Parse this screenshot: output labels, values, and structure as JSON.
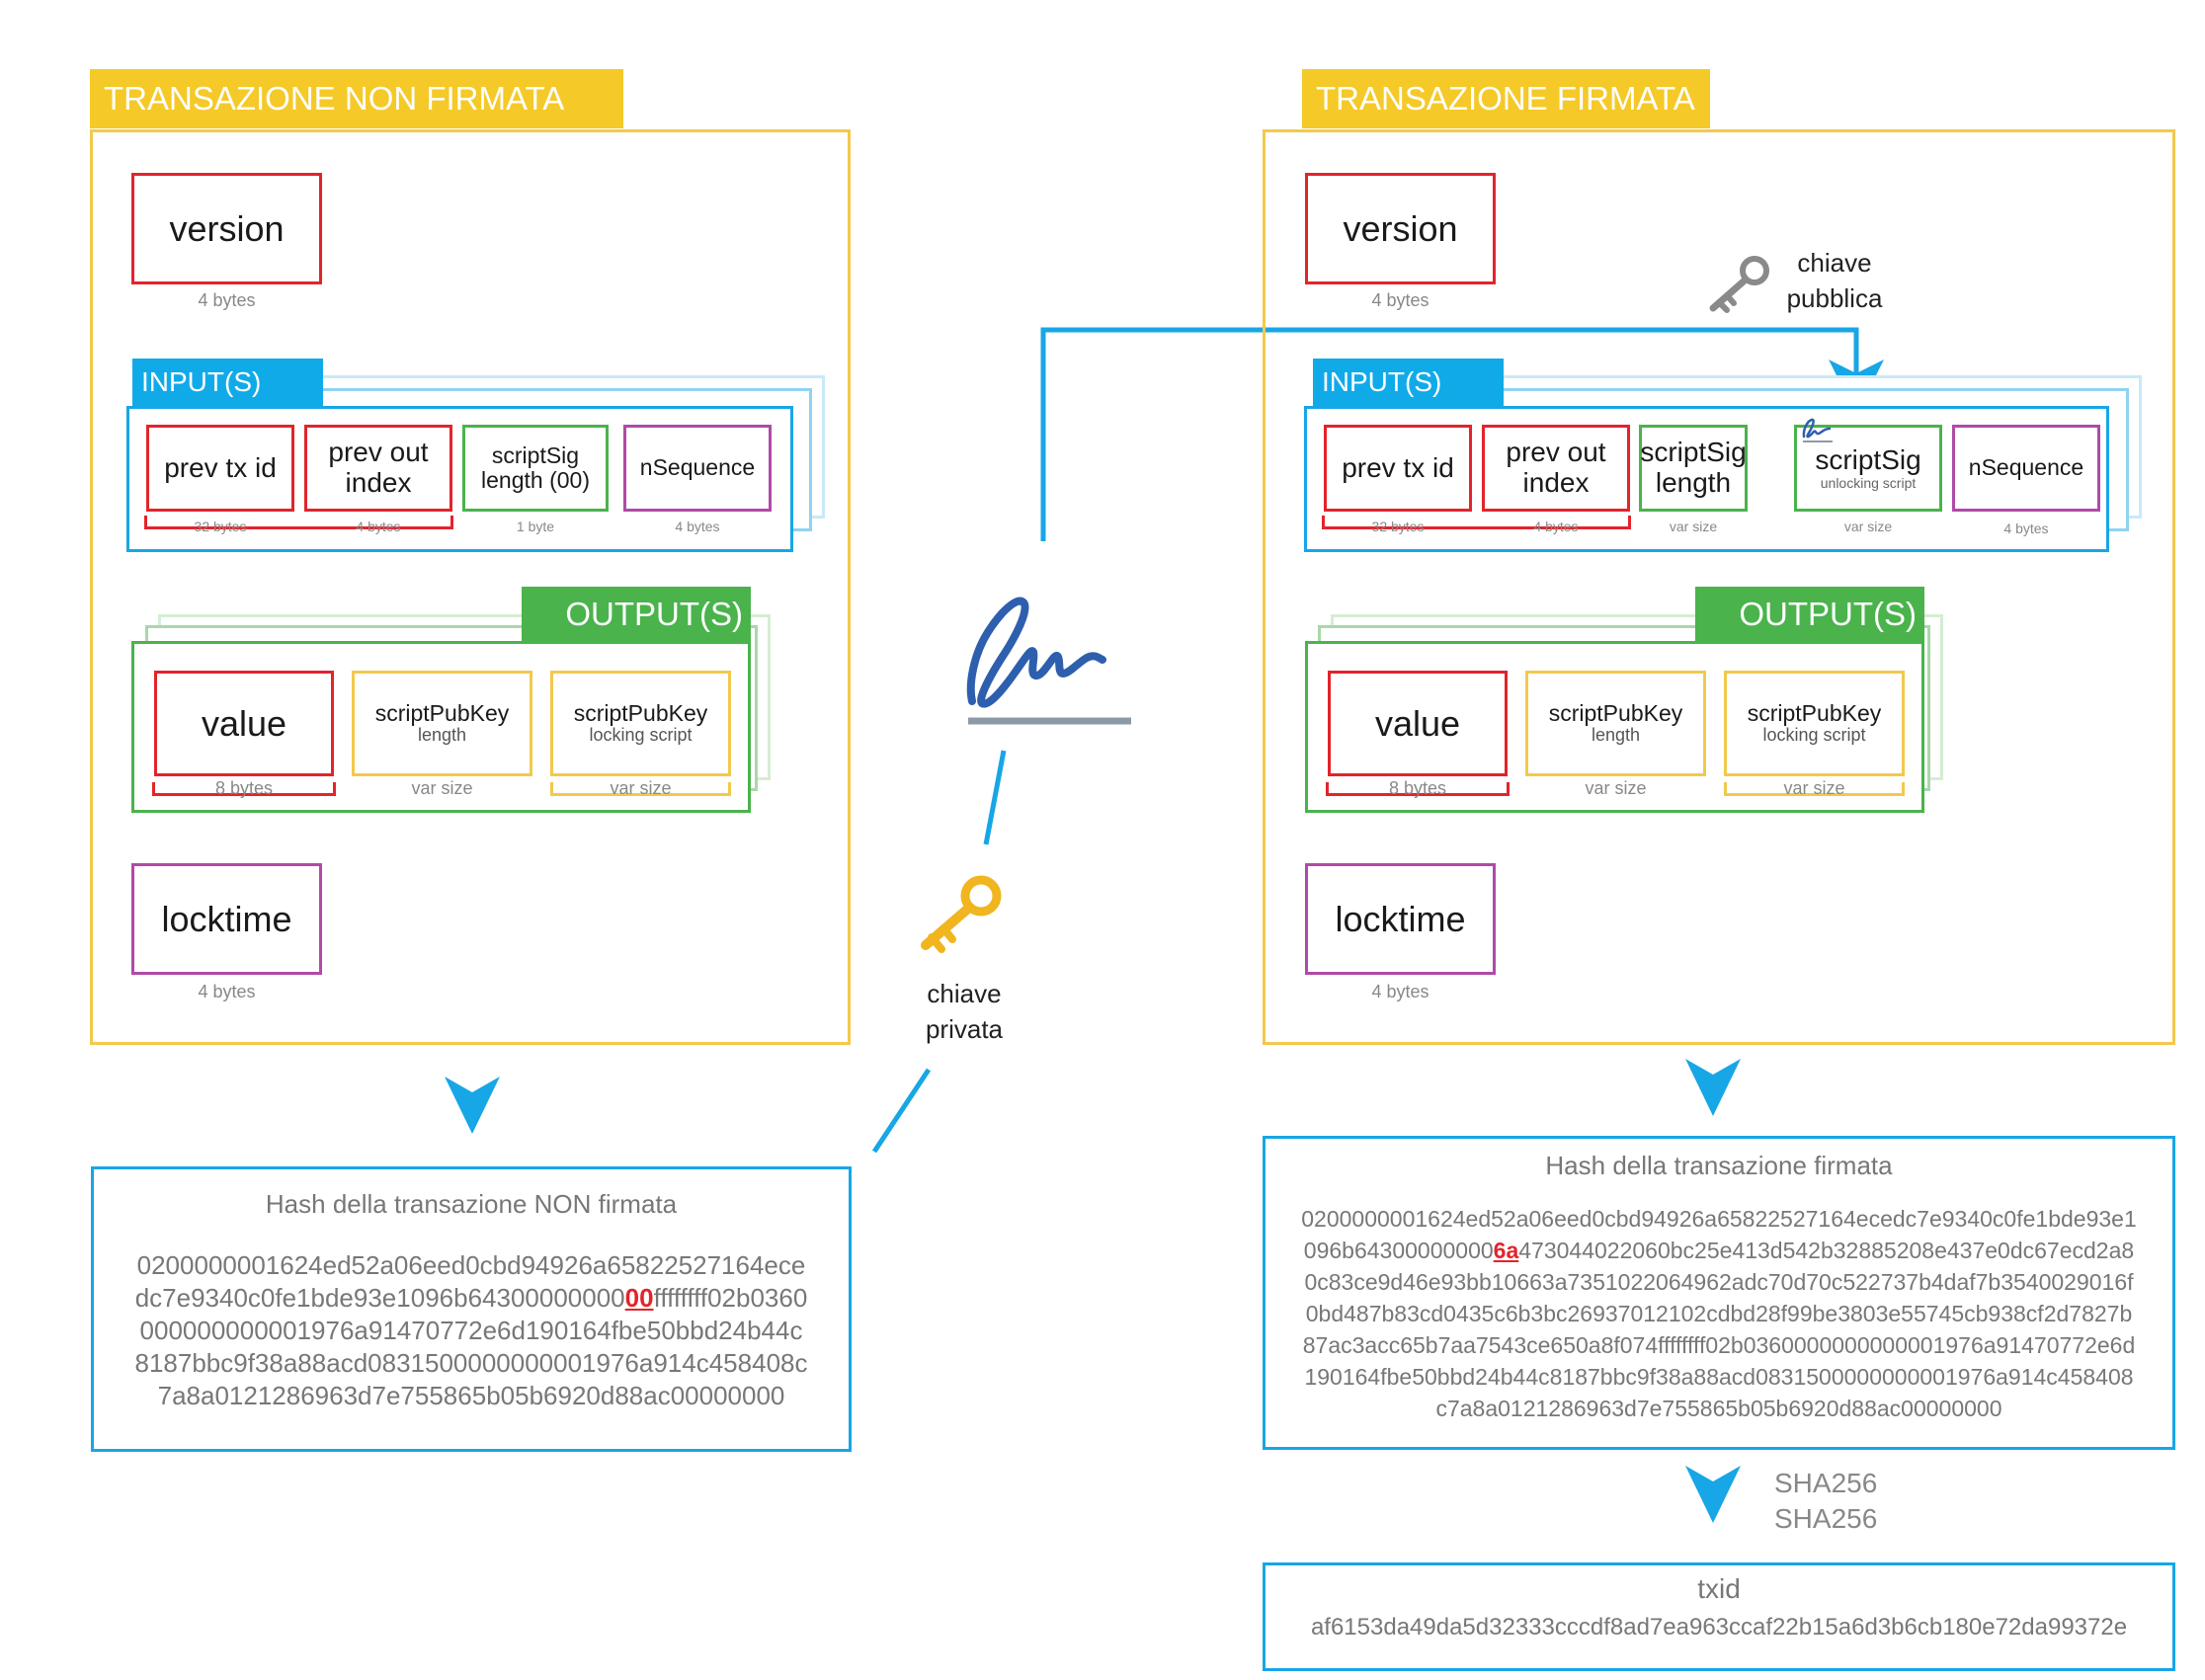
{
  "left": {
    "title": "TRANSAZIONE NON FIRMATA",
    "version": {
      "label": "version",
      "size": "4 bytes"
    },
    "inputs": {
      "label": "INPUT(S)",
      "prev_tx_id": {
        "label": "prev tx id",
        "size": "32 bytes"
      },
      "prev_out_index": {
        "line1": "prev out",
        "line2": "index",
        "size": "4 bytes"
      },
      "scriptsig_length": {
        "line1": "scriptSig",
        "line2": "length (00)",
        "size": "1 byte"
      },
      "nsequence": {
        "label": "nSequence",
        "size": "4 bytes"
      }
    },
    "outputs": {
      "label": "OUTPUT(S)",
      "value": {
        "label": "value",
        "size": "8 bytes"
      },
      "spk_length": {
        "line1": "scriptPubKey",
        "line2": "length",
        "size": "var size"
      },
      "spk_script": {
        "line1": "scriptPubKey",
        "line2": "locking script",
        "size": "var size"
      }
    },
    "locktime": {
      "label": "locktime",
      "size": "4 bytes"
    },
    "hash": {
      "title": "Hash della transazione NON firmata",
      "pre": "0200000001624ed52a06eed0cbd94926a65822527164ecedc7e9340c0fe1bde93e1096b64300000000",
      "highlight": "00",
      "post": "ffffffff02b0360000000000001976a91470772e6d190164fbe50bbd24b44c8187bbc9f38a88acd0831500000000001976a914c458408c7a8a0121286963d7e755865b05b6920d88ac00000000"
    }
  },
  "right": {
    "title": "TRANSAZIONE FIRMATA",
    "version": {
      "label": "version",
      "size": "4 bytes"
    },
    "inputs": {
      "label": "INPUT(S)",
      "prev_tx_id": {
        "label": "prev tx id",
        "size": "32 bytes"
      },
      "prev_out_index": {
        "line1": "prev out",
        "line2": "index",
        "size": "4 bytes"
      },
      "scriptsig_length": {
        "line1": "scriptSig",
        "line2": "length",
        "size": "var size"
      },
      "scriptsig": {
        "line1": "scriptSig",
        "line2": "unlocking script",
        "size": "var size"
      },
      "nsequence": {
        "label": "nSequence",
        "size": "4 bytes"
      }
    },
    "outputs": {
      "label": "OUTPUT(S)",
      "value": {
        "label": "value",
        "size": "8 bytes"
      },
      "spk_length": {
        "line1": "scriptPubKey",
        "line2": "length",
        "size": "var size"
      },
      "spk_script": {
        "line1": "scriptPubKey",
        "line2": "locking script",
        "size": "var size"
      }
    },
    "locktime": {
      "label": "locktime",
      "size": "4 bytes"
    },
    "hash": {
      "title": "Hash della transazione firmata",
      "pre": "0200000001624ed52a06eed0cbd94926a65822527164ecedc7e9340c0fe1bde93e1096b64300000000",
      "highlight": "6a",
      "post": "473044022060bc25e413d542b32885208e437e0dc67ecd2a80c83ce9d46e93bb10663a7351022064962adc70d70c522737b4daf7b3540029016f0bd487b83cd0435c6b3bc26937012102cdbd28f99be3803e55745cb938cf2d7827b87ac3acc65b7aa7543ce650a8f074ffffffff02b0360000000000001976a91470772e6d190164fbe50bbd24b44c8187bbc9f38a88acd0831500000000001976a914c458408c7a8a0121286963d7e755865b05b6920d88ac00000000"
    },
    "sha_labels": [
      "SHA256",
      "SHA256"
    ],
    "txid": {
      "title": "txid",
      "value": "af6153da49da5d32333cccdf8ad7ea963ccaf22b15a6d3b6cb180e72da99372e"
    }
  },
  "keys": {
    "public": [
      "chiave",
      "pubblica"
    ],
    "private": [
      "chiave",
      "privata"
    ]
  },
  "icons": {
    "public_key": "gray-key-icon",
    "private_key": "gold-key-icon",
    "signature": "signature-icon"
  },
  "colors": {
    "panel_border": "#f2c94c",
    "title_bg": "#f5c928",
    "input_blue": "#11aae9",
    "output_green": "#4ab34c",
    "field_red": "#e2242b",
    "field_purple": "#b04aa8",
    "highlight_red": "#e2242b"
  }
}
